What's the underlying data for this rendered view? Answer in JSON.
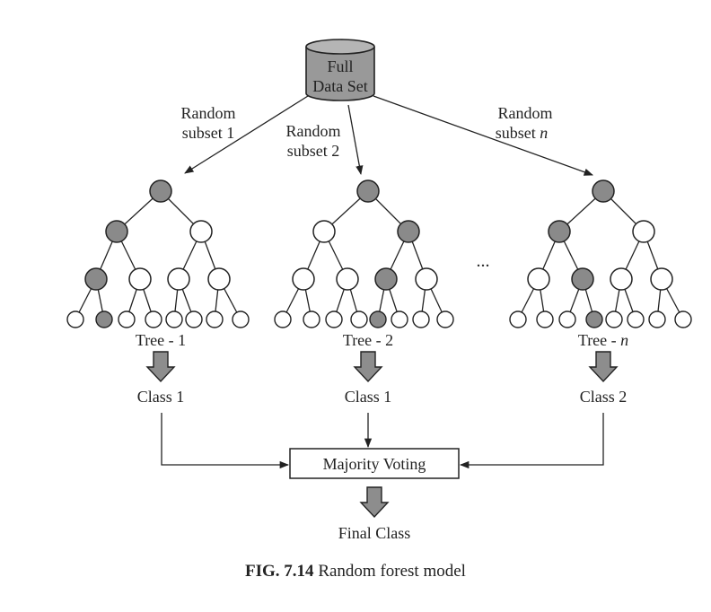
{
  "diagram": {
    "data_source": {
      "line1": "Full",
      "line2": "Data Set"
    },
    "edges": [
      {
        "line1": "Random",
        "line2": "subset 1"
      },
      {
        "line1": "Random",
        "line2": "subset 2"
      },
      {
        "line1": "Random",
        "line2": "subset",
        "italic": "n"
      }
    ],
    "trees": [
      {
        "label": "Tree - 1",
        "label_italic": "",
        "class_label": "Class 1",
        "filled": {
          "root": true,
          "l2": [
            true,
            false
          ],
          "l3": [
            true,
            false,
            false,
            false
          ],
          "leaves": [
            false,
            true,
            false,
            false,
            false,
            false,
            false,
            false
          ]
        }
      },
      {
        "label": "Tree - 2",
        "label_italic": "",
        "class_label": "Class 1",
        "filled": {
          "root": true,
          "l2": [
            false,
            true
          ],
          "l3": [
            false,
            false,
            true,
            false
          ],
          "leaves": [
            false,
            false,
            false,
            false,
            true,
            false,
            false,
            false
          ]
        }
      },
      {
        "label": "Tree - ",
        "label_italic": "n",
        "class_label": "Class 2",
        "filled": {
          "root": true,
          "l2": [
            true,
            false
          ],
          "l3": [
            false,
            true,
            false,
            false
          ],
          "leaves": [
            false,
            false,
            false,
            true,
            false,
            false,
            false,
            false
          ]
        }
      }
    ],
    "ellipsis": "...",
    "voting_label": "Majority Voting",
    "final_label": "Final Class"
  },
  "caption": {
    "bold": "FIG. 7.14",
    "text": " Random forest model"
  },
  "colors": {
    "node_fill": "#8a8a8a",
    "node_stroke": "#222222",
    "cylinder": "#999999",
    "arrow_fill": "#8d8d8d"
  }
}
